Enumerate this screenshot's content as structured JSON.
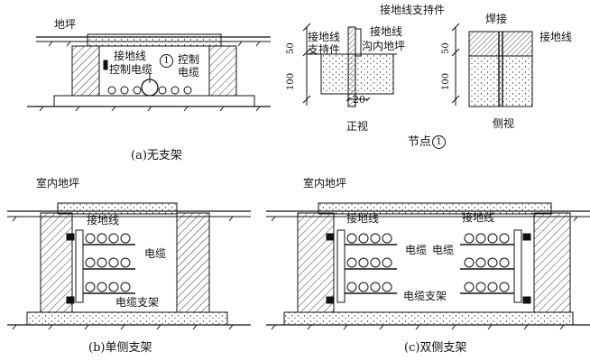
{
  "diagram_a": {
    "label_ground": "地坪",
    "label_ground_wire": "接地线",
    "label_control_cable_left": "控制电缆",
    "label_control_cable_right_1": "控制",
    "label_control_cable_right_2": "电缆",
    "node_number": "1",
    "caption": "(a)无支架"
  },
  "node_detail": {
    "label_support_top": "接地线支持件",
    "label_support_1": "接地线",
    "label_support_2": "支持件",
    "label_ground_wire_1": "接地线",
    "label_trench_floor": "沟内地坪",
    "label_welding": "焊接",
    "label_ground_wire_2": "接地线",
    "dim_50_a": "50",
    "dim_100_a": "100",
    "dim_20": "20",
    "dim_50_b": "50",
    "dim_100_b": "100",
    "view_front": "正视",
    "view_side": "侧视",
    "node_caption": "节点",
    "node_number": "1"
  },
  "diagram_b": {
    "label_indoor_floor": "室内地坪",
    "label_ground_wire": "接地线",
    "label_cable": "电缆",
    "label_cable_bracket": "电缆支架",
    "caption": "(b)单侧支架"
  },
  "diagram_c": {
    "label_indoor_floor": "室内地坪",
    "label_ground_wire_left": "接地线",
    "label_ground_wire_right": "接地线",
    "label_cable_left": "电缆",
    "label_cable_right": "电缆",
    "label_cable_bracket": "电缆支架",
    "caption": "(c)双侧支架"
  }
}
